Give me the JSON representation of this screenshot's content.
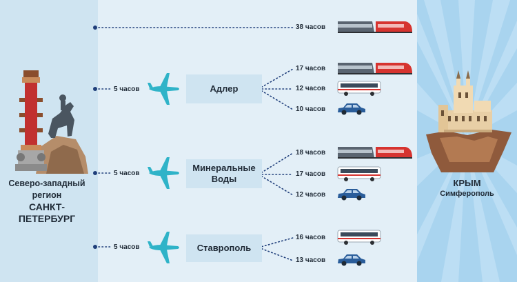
{
  "origin": {
    "line1": "Северо-западный",
    "line2": "регион",
    "line3": "САНКТ-",
    "line4": "ПЕТЕРБУРГ"
  },
  "destination": {
    "name": "КРЫМ",
    "city": "Симферополь"
  },
  "direct": {
    "duration": "38 часов",
    "mode": "train-icon"
  },
  "hubs": [
    {
      "name": "Адлер",
      "flight": "5 часов",
      "routes": [
        {
          "duration": "17 часов",
          "mode": "train-icon"
        },
        {
          "duration": "12 часов",
          "mode": "bus-icon"
        },
        {
          "duration": "10 часов",
          "mode": "car-icon"
        }
      ]
    },
    {
      "name_line1": "Минеральные",
      "name_line2": "Воды",
      "flight": "5 часов",
      "routes": [
        {
          "duration": "18 часов",
          "mode": "train-icon"
        },
        {
          "duration": "17 часов",
          "mode": "bus-icon"
        },
        {
          "duration": "12 часов",
          "mode": "car-icon"
        }
      ]
    },
    {
      "name": "Ставрополь",
      "flight": "5 часов",
      "routes": [
        {
          "duration": "16 часов",
          "mode": "bus-icon"
        },
        {
          "duration": "13 часов",
          "mode": "car-icon"
        }
      ]
    }
  ],
  "colors": {
    "dot_line": "#1f3e7a",
    "train_red": "#d6332f",
    "train_grey": "#5a6470",
    "car_blue": "#2a5d9a",
    "plane_teal": "#2fb3c8"
  }
}
